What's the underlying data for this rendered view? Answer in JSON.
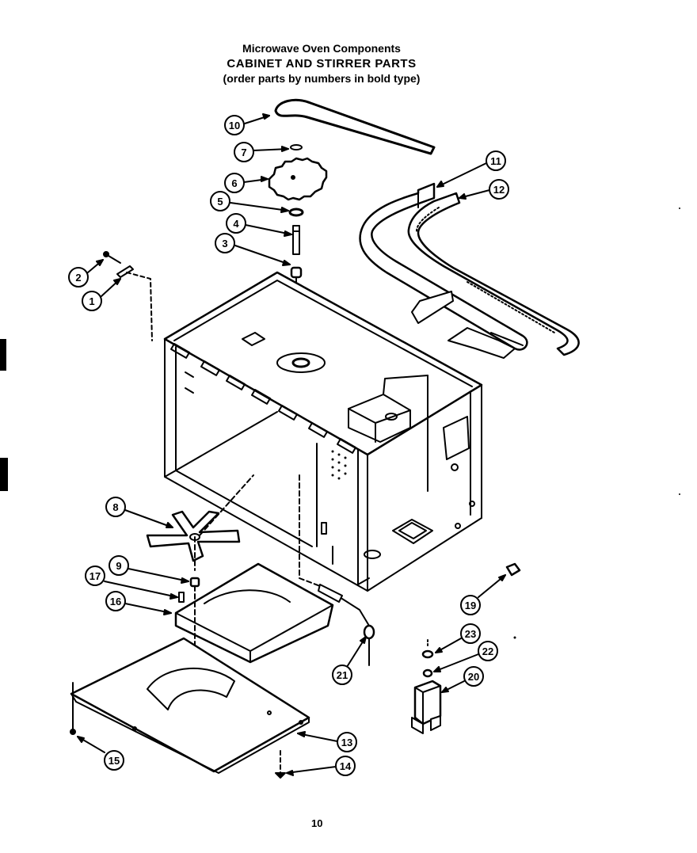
{
  "title": {
    "line1": "Microwave Oven Components",
    "line2": "CABINET AND STIRRER PARTS",
    "line3": "(order parts by numbers in bold type)"
  },
  "page_number": "10",
  "callouts": [
    {
      "id": "1",
      "label": "1"
    },
    {
      "id": "2",
      "label": "2"
    },
    {
      "id": "3",
      "label": "3"
    },
    {
      "id": "4",
      "label": "4"
    },
    {
      "id": "5",
      "label": "5"
    },
    {
      "id": "6",
      "label": "6"
    },
    {
      "id": "7",
      "label": "7"
    },
    {
      "id": "8",
      "label": "8"
    },
    {
      "id": "9",
      "label": "9"
    },
    {
      "id": "10",
      "label": "10"
    },
    {
      "id": "11",
      "label": "11"
    },
    {
      "id": "12",
      "label": "12"
    },
    {
      "id": "13",
      "label": "13"
    },
    {
      "id": "14",
      "label": "14"
    },
    {
      "id": "15",
      "label": "15"
    },
    {
      "id": "16",
      "label": "16"
    },
    {
      "id": "17",
      "label": "17"
    },
    {
      "id": "19",
      "label": "19"
    },
    {
      "id": "20",
      "label": "20"
    },
    {
      "id": "21",
      "label": "21"
    },
    {
      "id": "22",
      "label": "22"
    },
    {
      "id": "23",
      "label": "23"
    }
  ]
}
